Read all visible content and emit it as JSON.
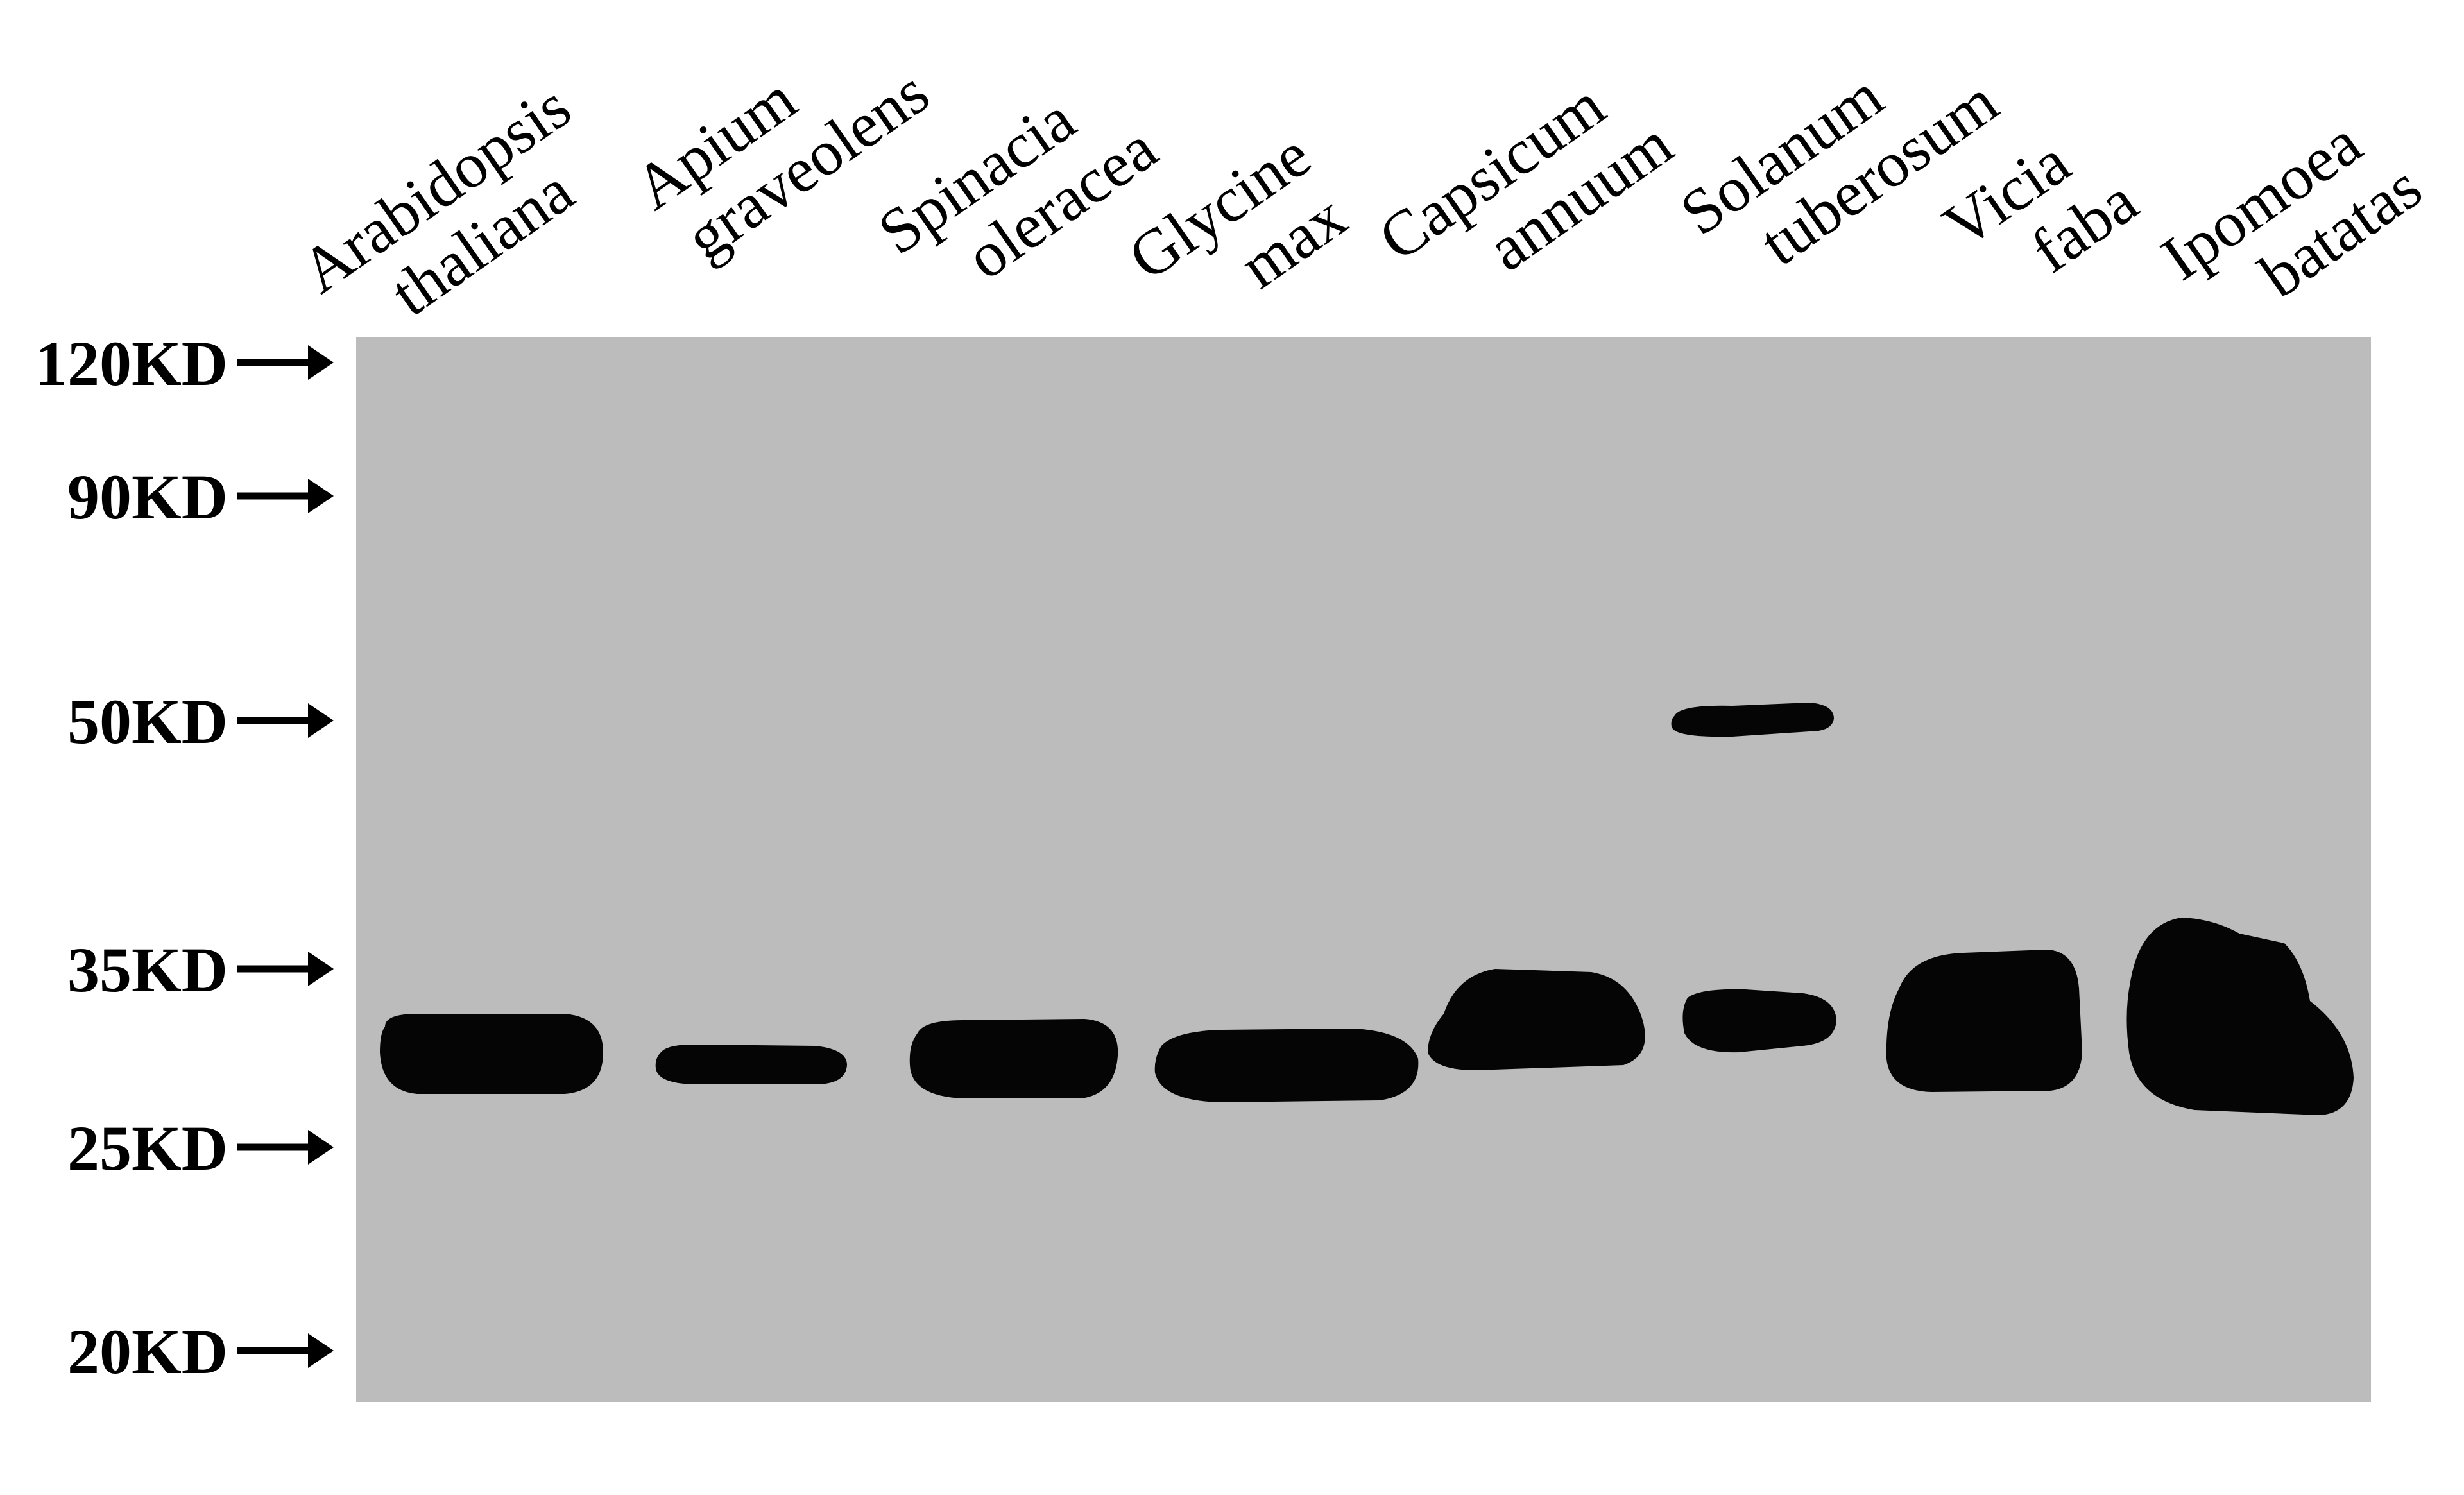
{
  "lanes": [
    {
      "name": "Arabidopsis thaliana",
      "line1": "Arabidopsis",
      "line2": "thaliana"
    },
    {
      "name": "Apium graveolens",
      "line1": "Apium",
      "line2": "graveolens"
    },
    {
      "name": "Spinacia oleracea",
      "line1": "Spinacia",
      "line2": "oleracea"
    },
    {
      "name": "Glycine max",
      "line1": "Glycine",
      "line2": "max"
    },
    {
      "name": "Capsicum annuum",
      "line1": "Capsicum",
      "line2": "annuum"
    },
    {
      "name": "Solanum tuberosum",
      "line1": "Solanum",
      "line2": "tuberosum"
    },
    {
      "name": "Vicia faba",
      "line1": "Vicia",
      "line2": "faba"
    },
    {
      "name": "Ipomoea batatas",
      "line1": "Ipomoea",
      "line2": "batatas"
    }
  ],
  "markers": [
    {
      "label": "120KD",
      "kda": 120,
      "arrow": "→"
    },
    {
      "label": "90KD",
      "kda": 90,
      "arrow": "→"
    },
    {
      "label": "50KD",
      "kda": 50,
      "arrow": "→"
    },
    {
      "label": "35KD",
      "kda": 35,
      "arrow": "→"
    },
    {
      "label": "25KD",
      "kda": 25,
      "arrow": "→"
    },
    {
      "label": "20KD",
      "kda": 20,
      "arrow": "→"
    }
  ],
  "colors": {
    "membrane": "#bcbcbc",
    "band": "#050505",
    "text": "#000000"
  }
}
